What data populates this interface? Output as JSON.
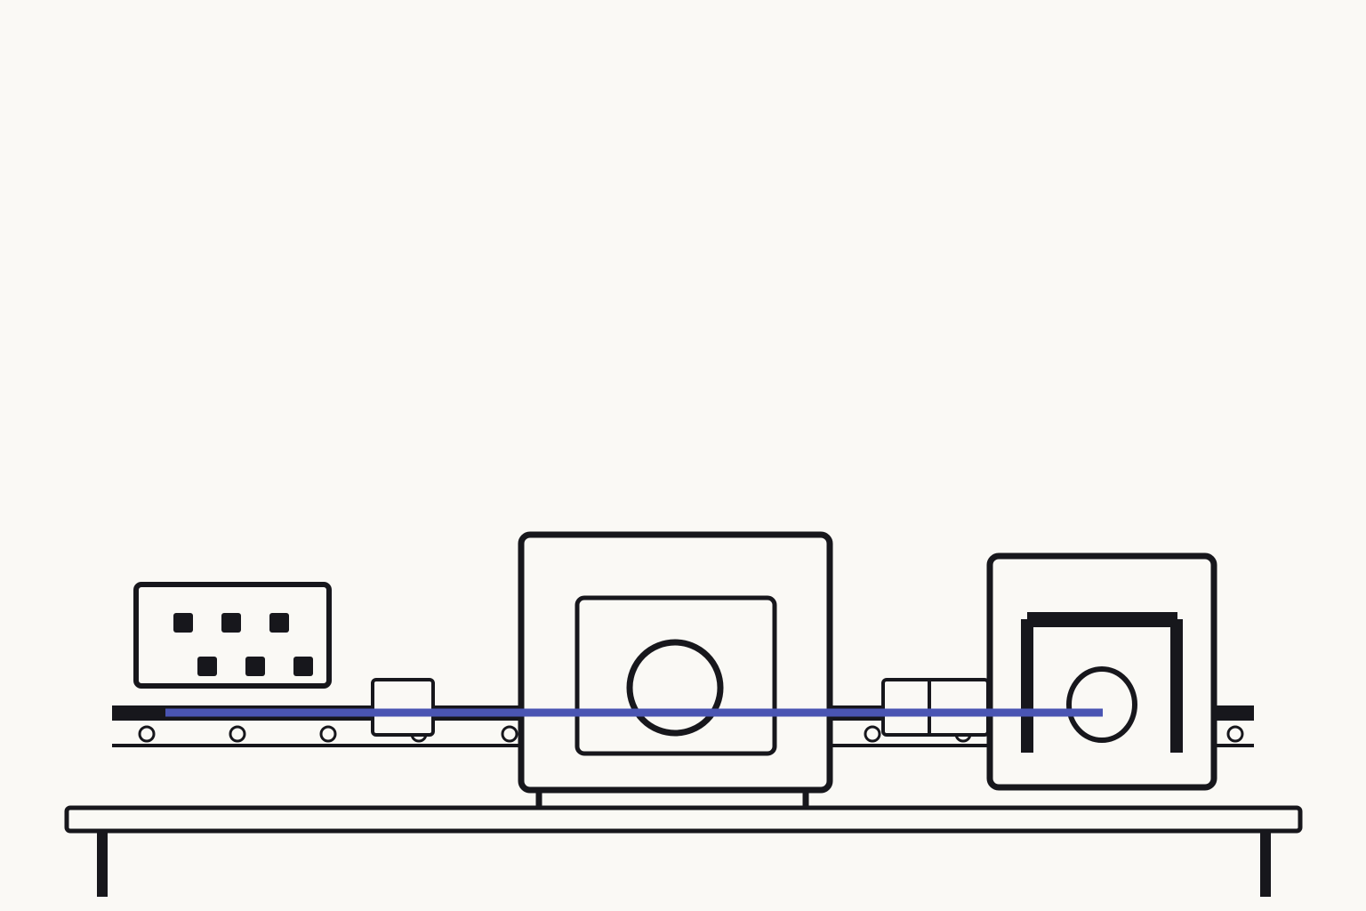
{
  "colors": {
    "background": "#faf9f5",
    "ink": "#17171c",
    "beam": "#4a55b3",
    "fill": "#faf9f5"
  },
  "scene": {
    "type": "line-art-illustration",
    "description_shown": false,
    "components": [
      "control-panel",
      "conveyor-rail",
      "small-clamp-box",
      "central-machine",
      "double-clamp-box",
      "end-machine",
      "workbench"
    ],
    "control_panel": {
      "indicator_count": 6
    },
    "conveyor": {
      "roller_count": 13
    },
    "beam": {
      "present": true
    }
  }
}
